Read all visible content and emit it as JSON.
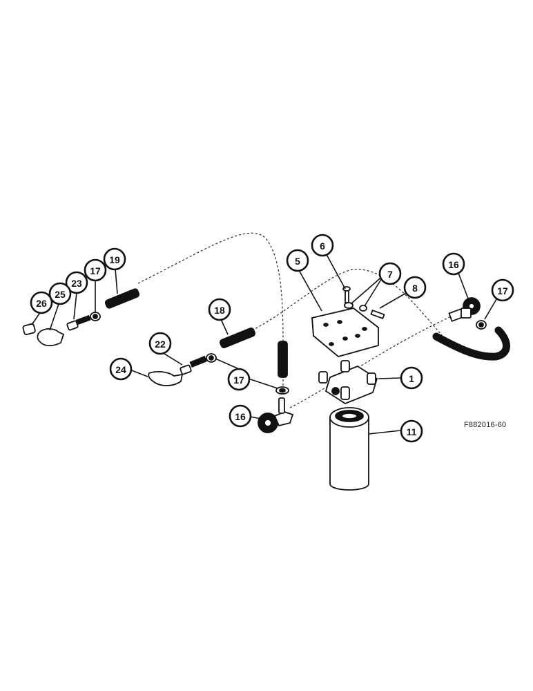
{
  "diagram": {
    "reference_code": "F882016-60",
    "callouts": {
      "c1": "1",
      "c5": "5",
      "c6": "6",
      "c7": "7",
      "c8": "8",
      "c11": "11",
      "c16a": "16",
      "c16b": "16",
      "c17a": "17",
      "c17b": "17",
      "c17c": "17",
      "c18": "18",
      "c19": "19",
      "c22": "22",
      "c23": "23",
      "c24": "24",
      "c25": "25",
      "c26": "26"
    }
  }
}
